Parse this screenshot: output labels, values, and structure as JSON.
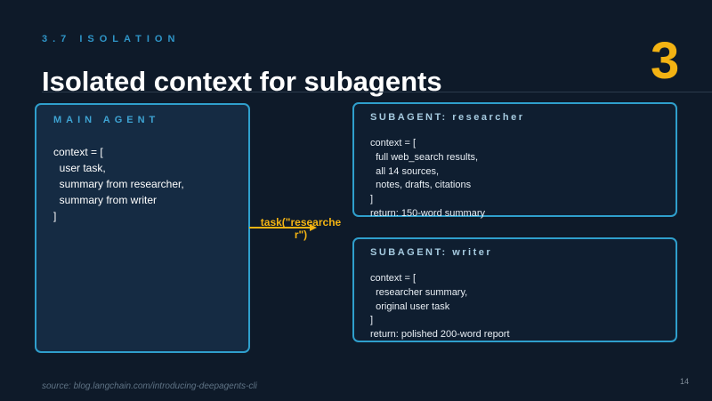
{
  "slide": {
    "section": "3.7 ISOLATION",
    "title": "Isolated context for subagents",
    "badge": "3",
    "source": "source: blog.langchain.com/introducing-deepagents-cli",
    "page_number": "14"
  },
  "main_agent": {
    "header": "MAIN AGENT",
    "code": "context = [\n  user task,\n  summary from researcher,\n  summary from writer\n]"
  },
  "arrow": {
    "label": "task(\"researcher\")"
  },
  "subagents": [
    {
      "header": "SUBAGENT: researcher",
      "code": "context = [\n  full web_search results,\n  all 14 sources,\n  notes, drafts, citations\n]\nreturn: 150-word summary"
    },
    {
      "header": "SUBAGENT: writer",
      "code": "context = [\n  researcher summary,\n  original user task\n]\nreturn: polished 200-word report"
    }
  ],
  "colors": {
    "background": "#0e1a29",
    "accent_blue": "#2f9fcc",
    "accent_gold": "#f3b313"
  }
}
